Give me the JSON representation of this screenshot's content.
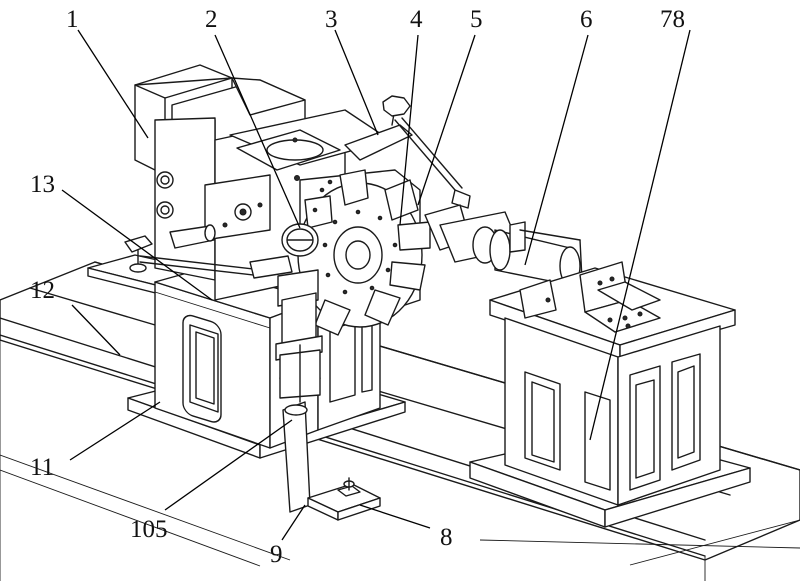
{
  "labels": {
    "l1": "1",
    "l2": "2",
    "l3": "3",
    "l4": "4",
    "l5": "5",
    "l6": "6",
    "l78": "78",
    "l13": "13",
    "l12": "12",
    "l11": "11",
    "l105": "105",
    "l9": "9",
    "l8": "8"
  }
}
